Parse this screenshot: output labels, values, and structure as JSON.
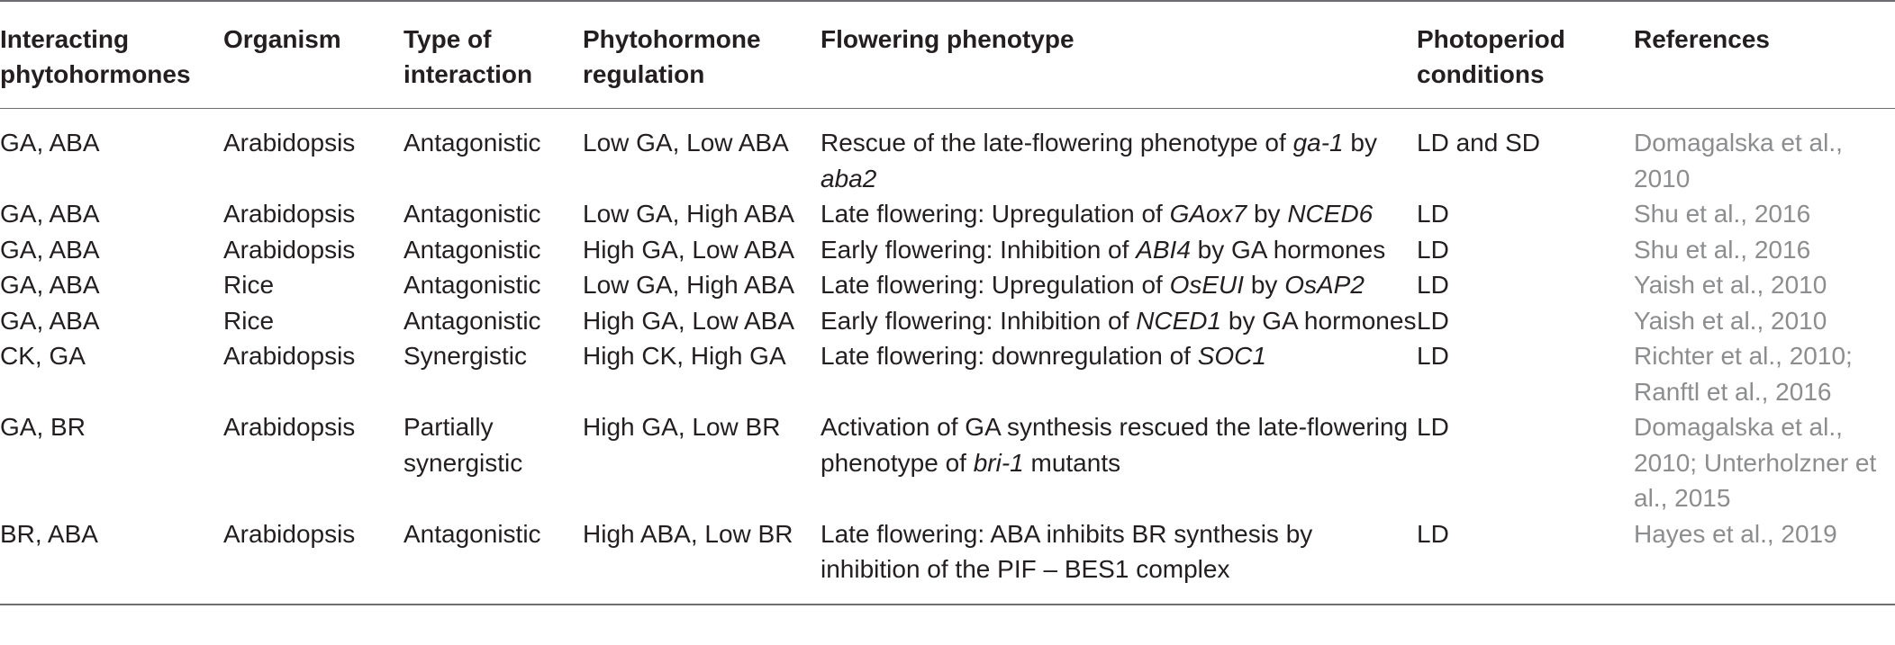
{
  "table": {
    "headers": [
      "Interacting phytohormones",
      "Organism",
      "Type of interaction",
      "Phytohormone regulation",
      "Flowering phenotype",
      "Photoperiod conditions",
      "References"
    ],
    "rows": [
      {
        "hormones": "GA, ABA",
        "organism": "Arabidopsis",
        "interaction": "Antagonistic",
        "regulation": "Low GA, Low ABA",
        "phenotype": [
          {
            "text": "Rescue of the late-flowering phenotype of ",
            "italic": false
          },
          {
            "text": "ga-1",
            "italic": true
          },
          {
            "text": " by ",
            "italic": false
          },
          {
            "text": "aba2",
            "italic": true
          }
        ],
        "photoperiod": "LD and SD",
        "reference": "Domagalska et al., 2010"
      },
      {
        "hormones": "GA, ABA",
        "organism": "Arabidopsis",
        "interaction": "Antagonistic",
        "regulation": "Low GA, High ABA",
        "phenotype": [
          {
            "text": "Late flowering: Upregulation of ",
            "italic": false
          },
          {
            "text": "GAox7",
            "italic": true
          },
          {
            "text": " by ",
            "italic": false
          },
          {
            "text": "NCED6",
            "italic": true
          }
        ],
        "photoperiod": "LD",
        "reference": "Shu et al., 2016"
      },
      {
        "hormones": "GA, ABA",
        "organism": "Arabidopsis",
        "interaction": "Antagonistic",
        "regulation": "High GA, Low ABA",
        "phenotype": [
          {
            "text": "Early flowering: Inhibition of ",
            "italic": false
          },
          {
            "text": "ABI4",
            "italic": true
          },
          {
            "text": " by GA hormones",
            "italic": false
          }
        ],
        "photoperiod": "LD",
        "reference": "Shu et al., 2016"
      },
      {
        "hormones": "GA, ABA",
        "organism": "Rice",
        "interaction": "Antagonistic",
        "regulation": "Low GA, High ABA",
        "phenotype": [
          {
            "text": "Late flowering: Upregulation of ",
            "italic": false
          },
          {
            "text": "OsEUI",
            "italic": true
          },
          {
            "text": " by ",
            "italic": false
          },
          {
            "text": "OsAP2",
            "italic": true
          }
        ],
        "photoperiod": "LD",
        "reference": "Yaish et al., 2010"
      },
      {
        "hormones": "GA, ABA",
        "organism": "Rice",
        "interaction": "Antagonistic",
        "regulation": "High GA, Low ABA",
        "phenotype": [
          {
            "text": "Early flowering: Inhibition of ",
            "italic": false
          },
          {
            "text": "NCED1",
            "italic": true
          },
          {
            "text": " by GA hormones",
            "italic": false
          }
        ],
        "photoperiod": "LD",
        "reference": "Yaish et al., 2010"
      },
      {
        "hormones": "CK, GA",
        "organism": "Arabidopsis",
        "interaction": "Synergistic",
        "regulation": "High CK, High GA",
        "phenotype": [
          {
            "text": "Late flowering: downregulation of ",
            "italic": false
          },
          {
            "text": "SOC1",
            "italic": true
          }
        ],
        "photoperiod": "LD",
        "reference": "Richter et al., 2010; Ranftl et al., 2016"
      },
      {
        "hormones": "GA, BR",
        "organism": "Arabidopsis",
        "interaction": "Partially synergistic",
        "regulation": "High GA, Low BR",
        "phenotype": [
          {
            "text": "Activation of GA synthesis rescued the late-flowering phenotype of ",
            "italic": false
          },
          {
            "text": "bri-1",
            "italic": true
          },
          {
            "text": " mutants",
            "italic": false
          }
        ],
        "photoperiod": "LD",
        "reference": "Domagalska et al., 2010; Unterholzner et al., 2015"
      },
      {
        "hormones": "BR, ABA",
        "organism": "Arabidopsis",
        "interaction": "Antagonistic",
        "regulation": "High ABA, Low BR",
        "phenotype": [
          {
            "text": "Late flowering: ABA inhibits BR synthesis by inhibition of the PIF – BES1 complex",
            "italic": false
          }
        ],
        "photoperiod": "LD",
        "reference": "Hayes et al., 2019"
      }
    ]
  }
}
